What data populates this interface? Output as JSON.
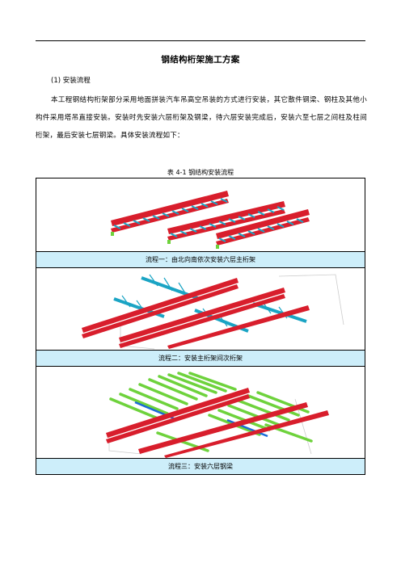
{
  "document": {
    "title": "钢结构桁架施工方案",
    "section_heading": "(1) 安装流程",
    "paragraph": "本工程钢结构桁架部分采用地面拼装汽车吊高空吊装的方式进行安装，其它散件钢梁、钢柱及其他小构件采用塔吊直接安装。安装时先安装六层桁架及钢梁，待六层安装完成后，安装六至七层之间柱及柱间桁架，最后安装七层钢梁。具体安装流程如下：",
    "table_caption": "表 4-1  钢结构安装流程",
    "steps": [
      {
        "label": "流程一：由北向南依次安装六层主桁架"
      },
      {
        "label": "流程二：安装主桁架间次桁架"
      },
      {
        "label": "流程三：安装六层钢梁"
      }
    ]
  },
  "colors": {
    "main_truss_red": "#d81e2c",
    "secondary_truss_cyan": "#1aa4c4",
    "steel_beam_green": "#6ed23c",
    "caption_bg": "#cdeefa"
  }
}
